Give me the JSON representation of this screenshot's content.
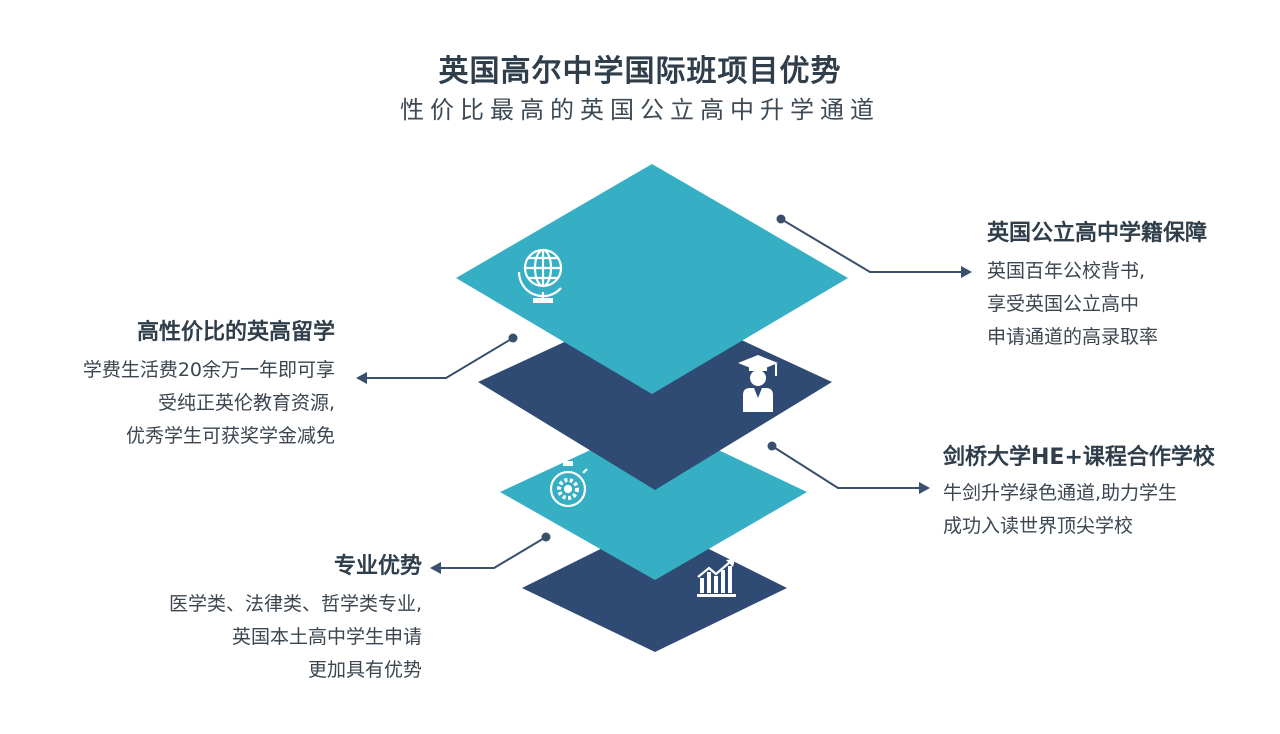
{
  "header": {
    "title": "英国高尔中学国际班项目优势",
    "subtitle": "性价比最高的英国公立高中升学通道"
  },
  "colors": {
    "teal": "#36afc5",
    "navy": "#2f4b74",
    "connector": "#3a4f6b",
    "text": "#2f3e4a"
  },
  "layers": [
    {
      "color": "teal",
      "icon": "globe-icon"
    },
    {
      "color": "navy",
      "icon": "graduate-icon"
    },
    {
      "color": "teal",
      "icon": "stopwatch-gear-icon"
    },
    {
      "color": "navy",
      "icon": "growth-chart-icon"
    }
  ],
  "callouts": {
    "public_school": {
      "title": "英国公立高中学籍保障",
      "lines": [
        "英国百年公校背书,",
        "享受英国公立高中",
        "申请通道的高录取率"
      ]
    },
    "cost_effective": {
      "title": "高性价比的英高留学",
      "lines": [
        "学费生活费20余万一年即可享",
        "受纯正英伦教育资源,",
        "优秀学生可获奖学金减免"
      ]
    },
    "cambridge_he": {
      "title": "剑桥大学HE+课程合作学校",
      "lines": [
        "牛剑升学绿色通道,助力学生",
        "成功入读世界顶尖学校"
      ]
    },
    "major_advantage": {
      "title": "专业优势",
      "lines": [
        "医学类、法律类、哲学类专业,",
        "英国本土高中学生申请",
        "更加具有优势"
      ]
    }
  }
}
